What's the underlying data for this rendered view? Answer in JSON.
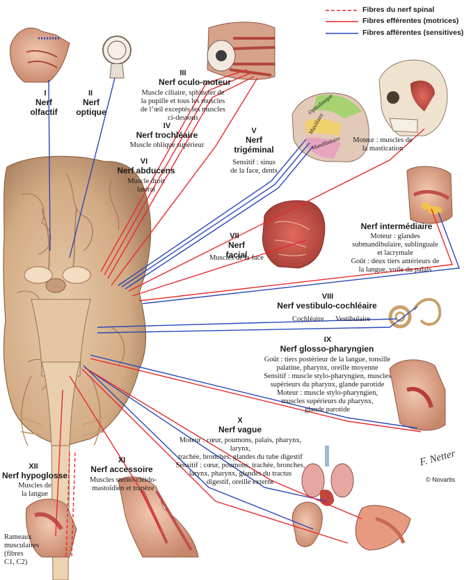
{
  "legend": {
    "spinal": "Fibres du nerf spinal",
    "efferent": "Fibres efférentes (motrices)",
    "afferent": "Fibres afférentes (sensitives)"
  },
  "colors": {
    "efferent": "#e8282c",
    "afferent": "#2a46b8",
    "brain": "#d7b48e",
    "brain_dark": "#a87c58",
    "skin": "#e9b49a"
  },
  "nerves": {
    "I": {
      "num": "I",
      "name": "Nerf\nolfactif"
    },
    "II": {
      "num": "II",
      "name": "Nerf\noptique"
    },
    "III": {
      "num": "III",
      "name": "Nerf oculo-moteur",
      "desc": "Muscle ciliaire, sphincter de\nla pupille et tous les muscles\nde l’œil exceptés les muscles\nci-dessous"
    },
    "IV": {
      "num": "IV",
      "name": "Nerf trochléaire",
      "desc": "Muscle oblique supérieur"
    },
    "V": {
      "num": "V",
      "name": "Nerf\ntrigéminal",
      "desc": "Sensitif : sinus\nde la face, dents",
      "motor": "Moteur : muscles de\nla mastication",
      "branches": [
        "Ophtalmique",
        "Maxillaire",
        "Mandibulaire"
      ]
    },
    "VI": {
      "num": "VI",
      "name": "Nerf abducens",
      "desc": "Muscle droit\nlatéral"
    },
    "VII": {
      "num": "VII",
      "name": "Nerf\nfacial",
      "desc": "Muscles de la face"
    },
    "intermediaire": {
      "name": "Nerf intermédiaire",
      "desc": "Moteur : glandes\nsubmandibulaire, sublinguale\net lacrymale\nGoût : deux tiers antérieurs de\nla langue, voile du palais"
    },
    "VIII": {
      "num": "VIII",
      "name": "Nerf vestibulo-cochléaire",
      "cochlear": "Cochléaire",
      "vestibular": "Vestibulaire"
    },
    "IX": {
      "num": "IX",
      "name": "Nerf glosso-pharyngien",
      "desc": "Goût : tiers postérieur de la langue, tonsille\npalatine, pharynx, oreille moyenne\nSensitif : muscle stylo-pharyngien, muscles\nsupérieurs du pharynx, glande parotide\nMoteur : muscle stylo-pharyngien,\nmuscles supérieurs du pharynx,\nglande parotide"
    },
    "X": {
      "num": "X",
      "name": "Nerf vague",
      "desc": "Moteur : cœur, poumons, palais, pharynx, larynx,\ntrachée, bronches, glandes du tube digestif\nSensitif : cœur, poumons, trachée, bronches,\nlarynx, pharynx, glandes du tractus\ndigestif, oreille externe"
    },
    "XI": {
      "num": "XI",
      "name": "Nerf accessoire",
      "desc": "Muscles sterno-cléido-\nmastoïdien et trapèze"
    },
    "XII": {
      "num": "XII",
      "name": "Nerf hypoglosse",
      "desc": "Muscles de\nla langue"
    }
  },
  "rameaux": "Rameaux\nmusculaires\n(fibres\nC1, C2)",
  "signature": "F. Netter",
  "copyright": "© Novartis"
}
